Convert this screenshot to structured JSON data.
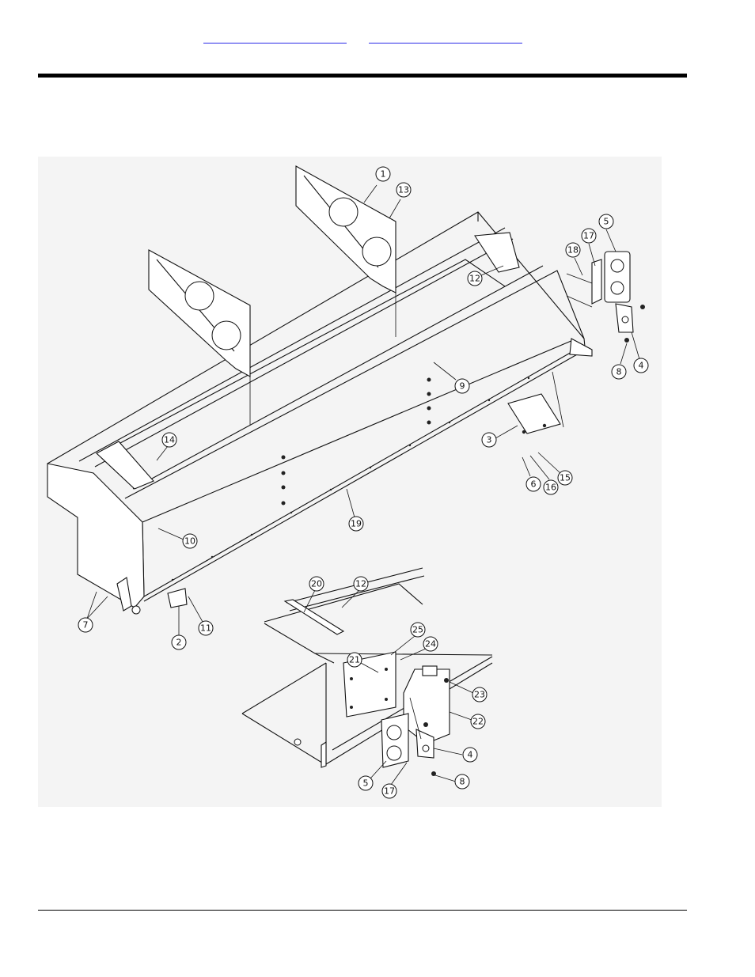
{
  "header": {
    "links": [
      {
        "label": ""
      },
      {
        "label": ""
      }
    ]
  },
  "diagram": {
    "callouts": [
      {
        "label": "1"
      },
      {
        "label": "13"
      },
      {
        "label": "5"
      },
      {
        "label": "17"
      },
      {
        "label": "18"
      },
      {
        "label": "12"
      },
      {
        "label": "8"
      },
      {
        "label": "4"
      },
      {
        "label": "9"
      },
      {
        "label": "3"
      },
      {
        "label": "14"
      },
      {
        "label": "6"
      },
      {
        "label": "16"
      },
      {
        "label": "15"
      },
      {
        "label": "19"
      },
      {
        "label": "10"
      },
      {
        "label": "7"
      },
      {
        "label": "2"
      },
      {
        "label": "11"
      },
      {
        "label": "20"
      },
      {
        "label": "12"
      },
      {
        "label": "25"
      },
      {
        "label": "24"
      },
      {
        "label": "21"
      },
      {
        "label": "23"
      },
      {
        "label": "22"
      },
      {
        "label": "4"
      },
      {
        "label": "5"
      },
      {
        "label": "17"
      },
      {
        "label": "8"
      }
    ]
  }
}
